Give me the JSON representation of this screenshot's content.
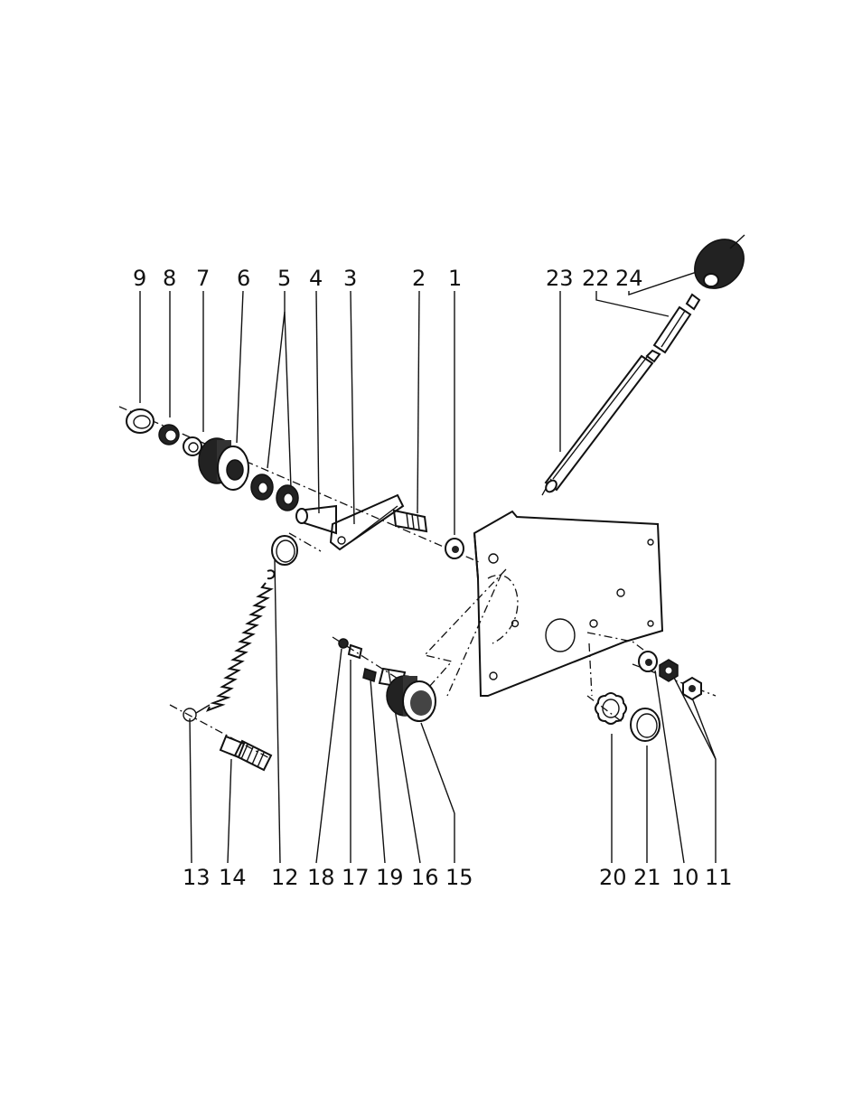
{
  "diagram": {
    "labels": {
      "p1": "1",
      "p2": "2",
      "p3": "3",
      "p4": "4",
      "p5": "5",
      "p6": "6",
      "p7": "7",
      "p8": "8",
      "p9": "9",
      "p10": "10",
      "p11": "11",
      "p12": "12",
      "p13": "13",
      "p14": "14",
      "p15": "15",
      "p16": "16",
      "p17": "17",
      "p18": "18",
      "p19": "19",
      "p20": "20",
      "p21": "21",
      "p22": "22",
      "p23": "23",
      "p24": "24"
    }
  }
}
